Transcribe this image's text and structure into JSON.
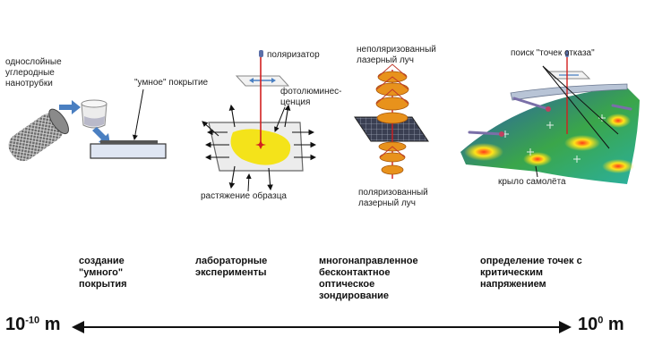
{
  "labels": {
    "nanotubes": [
      "однослойные",
      "углеродные",
      "нанотрубки"
    ],
    "smart_coating": "\"умное\" покрытие",
    "polarizer": "поляризатор",
    "photoluminescence": [
      "фотолюминес-",
      "ценция"
    ],
    "stretching": "растяжение образца",
    "unpolarized": [
      "неполяризованный",
      "лазерный луч"
    ],
    "polarized": [
      "поляризованный",
      "лазерный луч"
    ],
    "failure_points": "поиск \"точек отказа\"",
    "wing": "крыло самолёта"
  },
  "stages": [
    [
      "создание",
      "\"умного\"",
      "покрытия"
    ],
    [
      "лабораторные",
      "эксперименты"
    ],
    [
      "многонаправленное",
      "бесконтактное",
      "оптическое",
      "зондирование"
    ],
    [
      "определение точек с",
      "критическим",
      "напряжением"
    ]
  ],
  "scale": {
    "left_base": "10",
    "left_exp": "-10",
    "left_unit": " m",
    "right_base": "10",
    "right_exp": "0",
    "right_unit": " m"
  },
  "colors": {
    "arrow_blue": "#4a7fc1",
    "laser_red": "#d22020",
    "coating_yellow": "#f4e31a",
    "coil_orange": "#e8921c",
    "wing_green": "#3aa64a",
    "wing_blue": "#2a55b8"
  }
}
